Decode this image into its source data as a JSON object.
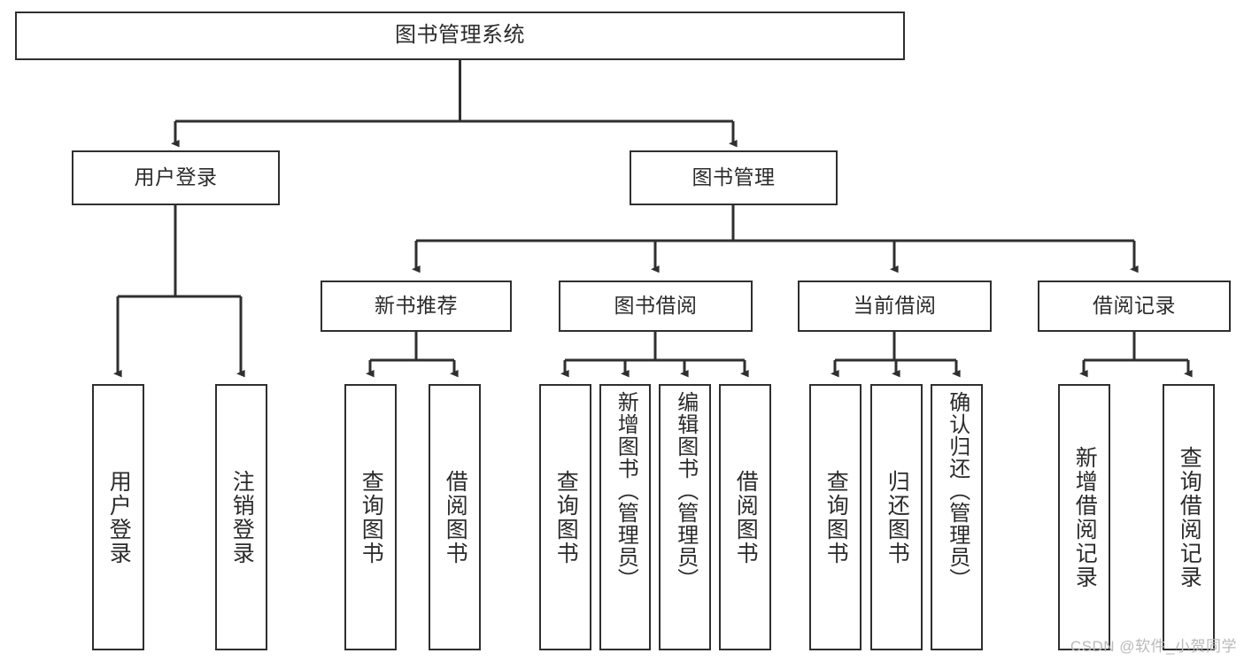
{
  "diagram": {
    "title": "图书管理系统",
    "type": "tree-hierarchy",
    "style": {
      "background": "#ffffff",
      "box_border_color": "#2f2f2f",
      "box_fill": "#ffffff",
      "text_color": "#2b2b2b",
      "connector_color": "#2f2f2f",
      "watermark_color": "#b9b9b9"
    },
    "watermark": "CSDN @软件_小贺同学",
    "nodes": {
      "root": {
        "label": "图书管理系统"
      },
      "level2": [
        {
          "label": "用户登录"
        },
        {
          "label": "图书管理"
        }
      ],
      "level3": [
        {
          "label": "新书推荐"
        },
        {
          "label": "图书借阅"
        },
        {
          "label": "当前借阅"
        },
        {
          "label": "借阅记录"
        }
      ],
      "leaves_user_login": [
        {
          "label": "用户登录"
        },
        {
          "label": "注销登录"
        }
      ],
      "leaves_new_book": [
        {
          "label": "查询图书"
        },
        {
          "label": "借阅图书"
        }
      ],
      "leaves_borrow": [
        {
          "label": "查询图书"
        },
        {
          "label": "新增图书（管理员）"
        },
        {
          "label": "编辑图书（管理员）"
        },
        {
          "label": "借阅图书"
        }
      ],
      "leaves_current": [
        {
          "label": "查询图书"
        },
        {
          "label": "归还图书"
        },
        {
          "label": "确认归还（管理员）"
        }
      ],
      "leaves_record": [
        {
          "label": "新增借阅记录"
        },
        {
          "label": "查询借阅记录"
        }
      ]
    }
  }
}
